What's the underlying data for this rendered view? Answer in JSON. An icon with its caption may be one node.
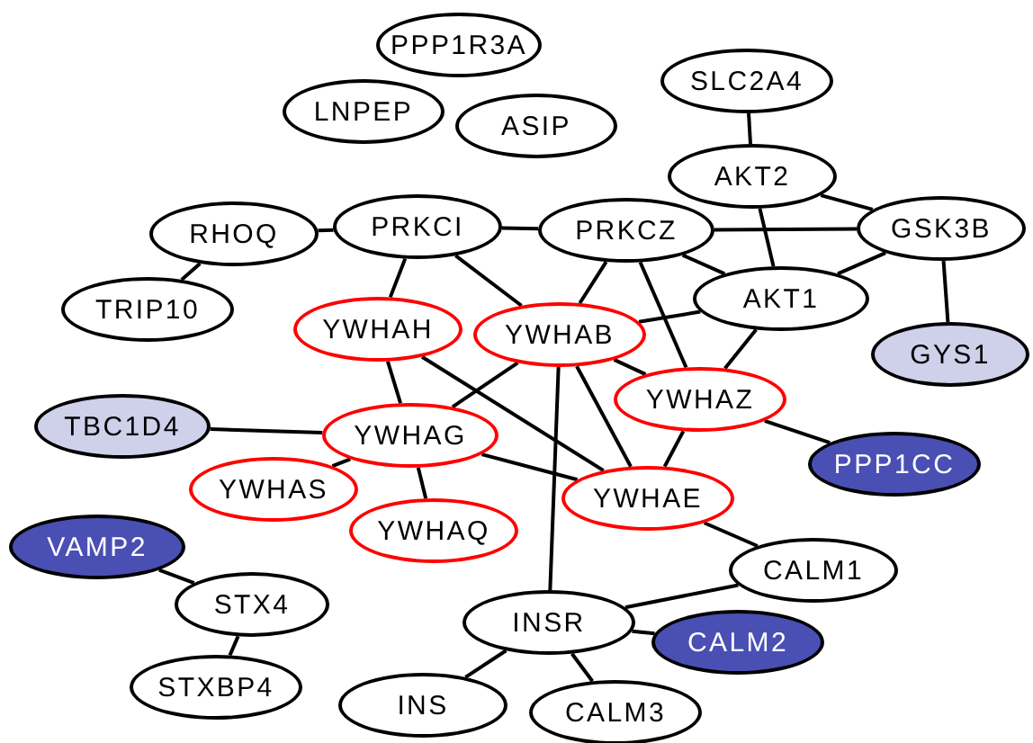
{
  "diagram": {
    "nodes": [
      {
        "text": [
          "PPP1R3A"
        ]
      },
      {
        "text": [
          "LNPEP"
        ]
      },
      {
        "text": [
          "ASIP"
        ]
      },
      {
        "text": [
          "SLC2A4"
        ]
      },
      {
        "text": [
          "AKT2"
        ]
      },
      {
        "text": [
          "RHOQ"
        ]
      },
      {
        "text": [
          "PRKCI"
        ]
      },
      {
        "text": [
          "PRKCZ"
        ]
      },
      {
        "text": [
          "GSK3B"
        ]
      },
      {
        "text": [
          "TRIP10"
        ]
      },
      {
        "text": [
          "AKT1"
        ]
      },
      {
        "text": [
          "YWHAH"
        ]
      },
      {
        "text": [
          "YWHAB"
        ]
      },
      {
        "text": [
          "GYS1"
        ]
      },
      {
        "text": [
          "YWHAZ"
        ]
      },
      {
        "text": [
          "TBC1D4"
        ]
      },
      {
        "text": [
          "YWHAG"
        ]
      },
      {
        "text": [
          "PPP1CC"
        ]
      },
      {
        "text": [
          "YWHAS"
        ]
      },
      {
        "text": [
          "YWHAE"
        ]
      },
      {
        "text": [
          "YWHAQ"
        ]
      },
      {
        "text": [
          "VAMP2"
        ]
      },
      {
        "text": [
          "CALM1"
        ]
      },
      {
        "text": [
          "STX4"
        ]
      },
      {
        "text": [
          "INSR"
        ]
      },
      {
        "text": [
          "CALM2"
        ]
      },
      {
        "text": [
          "STXBP4"
        ]
      },
      {
        "text": [
          "INS"
        ]
      },
      {
        "text": [
          "CALM3"
        ]
      }
    ],
    "edges": [
      {
        "from": 3,
        "to": 4,
        "arrow": "none"
      },
      {
        "from": 4,
        "to": 10,
        "arrow": "none"
      },
      {
        "from": 4,
        "to": 8,
        "arrow": "none"
      },
      {
        "from": 5,
        "to": 6,
        "arrow": "none"
      },
      {
        "from": 5,
        "to": 9,
        "arrow": "none"
      },
      {
        "from": 6,
        "to": 7,
        "arrow": "none"
      },
      {
        "from": 6,
        "to": 11,
        "arrow": "none"
      },
      {
        "from": 6,
        "to": 12,
        "arrow": "none"
      },
      {
        "from": 7,
        "to": 12,
        "arrow": "none"
      },
      {
        "from": 7,
        "to": 14,
        "arrow": "none"
      },
      {
        "from": 7,
        "to": 10,
        "arrow": "none"
      },
      {
        "from": 7,
        "to": 8,
        "arrow": "none"
      },
      {
        "from": 8,
        "to": 10,
        "arrow": "none"
      },
      {
        "from": 8,
        "to": 13,
        "arrow": "none"
      },
      {
        "from": 12,
        "to": 10,
        "arrow": "none"
      },
      {
        "from": 10,
        "to": 14,
        "arrow": "none"
      },
      {
        "from": 12,
        "to": 14,
        "arrow": "none"
      },
      {
        "from": 12,
        "to": 19,
        "arrow": "none"
      },
      {
        "from": 12,
        "to": 16,
        "arrow": "none"
      },
      {
        "from": 12,
        "to": 24,
        "arrow": "none"
      },
      {
        "from": 11,
        "to": 16,
        "arrow": "none"
      },
      {
        "from": 11,
        "to": 19,
        "arrow": "none"
      },
      {
        "from": 14,
        "to": 19,
        "arrow": "none"
      },
      {
        "from": 14,
        "to": 17,
        "arrow": "none"
      },
      {
        "from": 16,
        "to": 15,
        "arrow": "none"
      },
      {
        "from": 16,
        "to": 18,
        "arrow": "none"
      },
      {
        "from": 16,
        "to": 20,
        "arrow": "none"
      },
      {
        "from": 16,
        "to": 19,
        "arrow": "none"
      },
      {
        "from": 19,
        "to": 22,
        "arrow": "none"
      },
      {
        "from": 24,
        "to": 22,
        "arrow": "none"
      },
      {
        "from": 24,
        "to": 25,
        "arrow": "none"
      },
      {
        "from": 24,
        "to": 27,
        "arrow": "none"
      },
      {
        "from": 24,
        "to": 28,
        "arrow": "none"
      },
      {
        "from": 21,
        "to": 23,
        "arrow": "none"
      },
      {
        "from": 23,
        "to": 26,
        "arrow": "none"
      }
    ]
  }
}
